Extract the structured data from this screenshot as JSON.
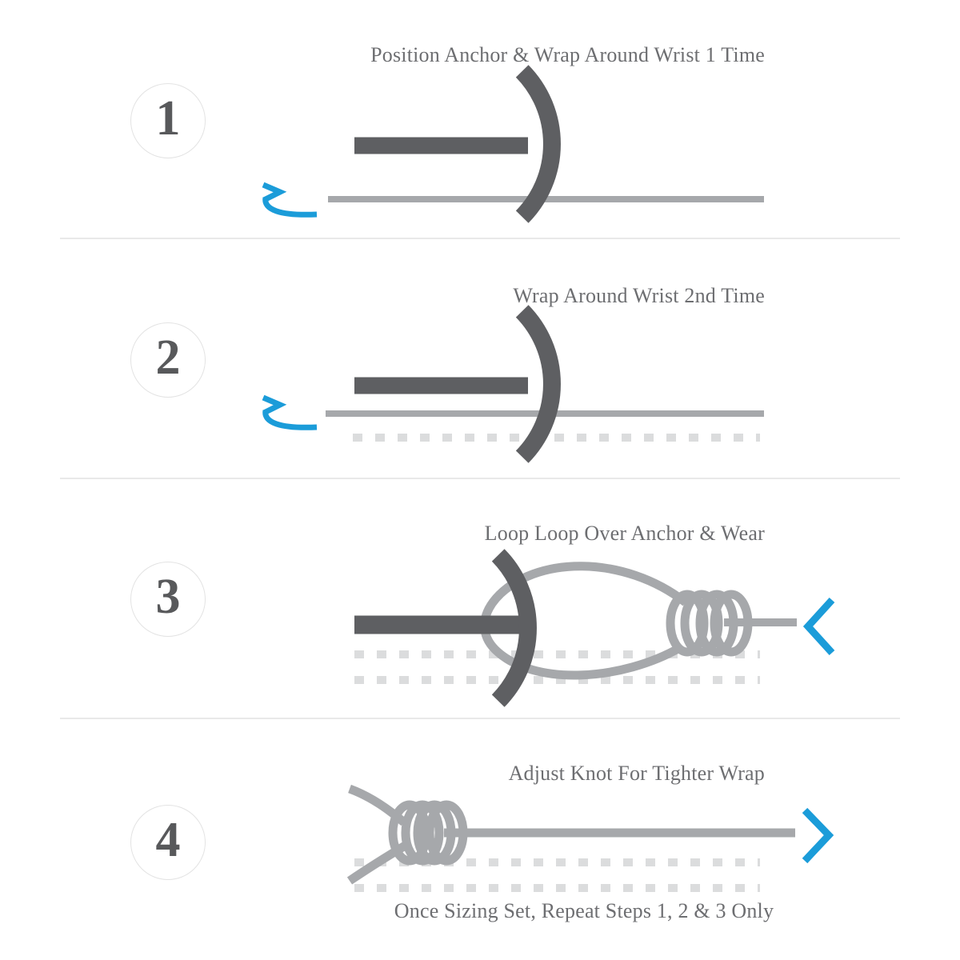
{
  "diagram": {
    "steps": [
      {
        "number": "1",
        "title": "Position Anchor & Wrap Around Wrist 1 Time"
      },
      {
        "number": "2",
        "title": "Wrap Around Wrist 2nd Time"
      },
      {
        "number": "3",
        "title": "Loop Loop Over Anchor & Wear"
      },
      {
        "number": "4",
        "title": "Adjust Knot For Tighter Wrap"
      }
    ],
    "footer_note": "Once Sizing Set, Repeat Steps 1, 2 & 3 Only",
    "colors": {
      "accent_blue": "#1b9cd9",
      "anchor_dark_gray": "#5e5f62",
      "rope_gray": "#a6a8ab",
      "dash_light_gray": "#dbdcdd",
      "divider_gray": "#e9e9e9",
      "text_gray": "#6d6e71",
      "number_gray": "#58595b"
    }
  }
}
